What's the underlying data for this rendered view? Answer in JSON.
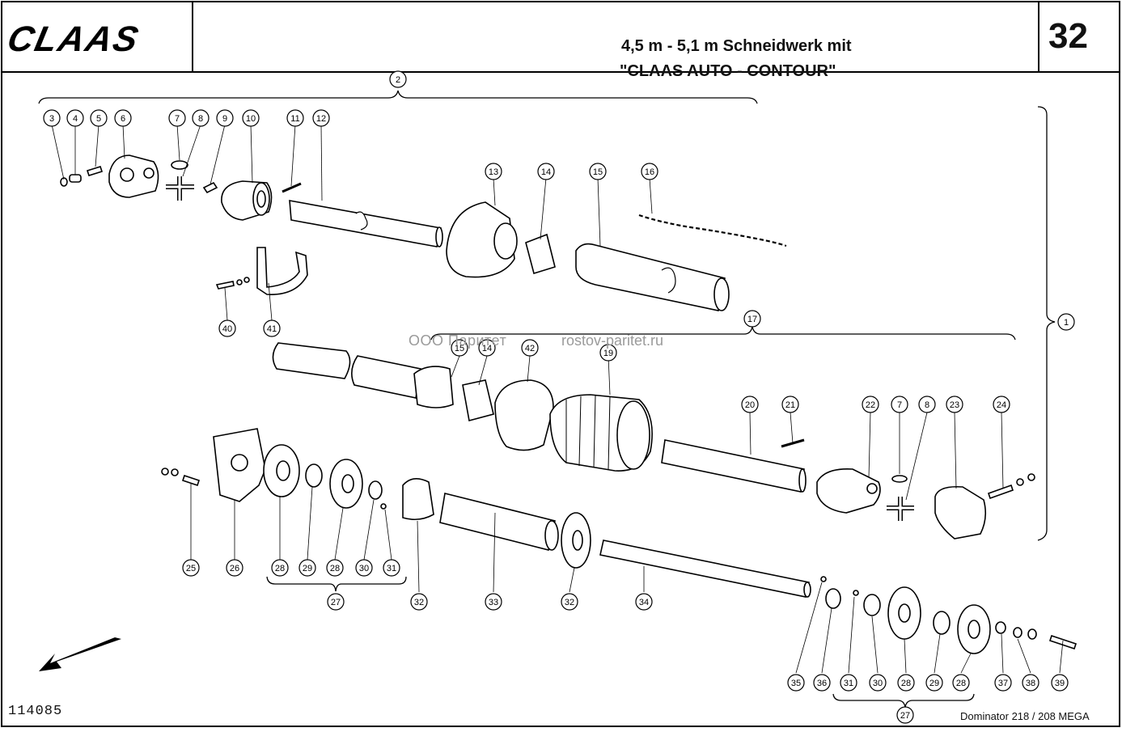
{
  "header": {
    "brand": "CLAAS",
    "title_line1": "4,5 m - 5,1 m Schneidwerk mit",
    "title_line2": "\"CLAAS AUTO - CONTOUR\"",
    "page_number": "32"
  },
  "footer": {
    "figure_number": "114085",
    "model": "Dominator 218 / 208 MEGA"
  },
  "watermark": {
    "company": "ООО Паритет",
    "site": "rostov-paritet.ru"
  },
  "callouts": [
    "1",
    "2",
    "3",
    "4",
    "5",
    "6",
    "7",
    "8",
    "9",
    "10",
    "11",
    "12",
    "13",
    "14",
    "15",
    "16",
    "17",
    "19",
    "20",
    "21",
    "22",
    "23",
    "24",
    "25",
    "26",
    "27",
    "28",
    "29",
    "30",
    "31",
    "32",
    "33",
    "34",
    "35",
    "36",
    "37",
    "38",
    "39",
    "40",
    "41",
    "42"
  ]
}
